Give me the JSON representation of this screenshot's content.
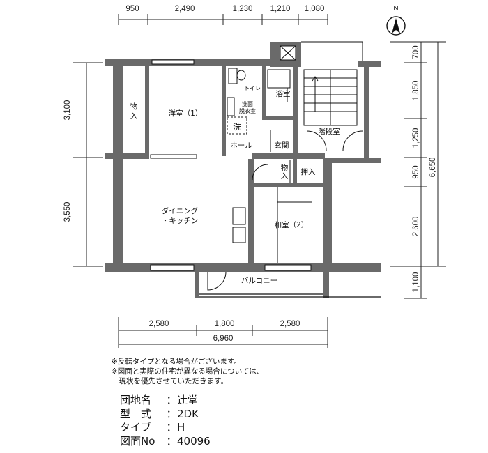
{
  "dimensions": {
    "top": [
      "950",
      "2,490",
      "1,230",
      "1,210",
      "1,080"
    ],
    "left": [
      "3,100",
      "3,550"
    ],
    "right": [
      "700",
      "1,850",
      "1,250",
      "950",
      "2,600",
      "1,100"
    ],
    "right_total": "6,650",
    "bottom": [
      "2,580",
      "1,800",
      "2,580"
    ],
    "bottom_total": "6,960"
  },
  "compass": {
    "label": "N"
  },
  "rooms": {
    "storage_left_1": "物",
    "storage_left_2": "入",
    "western_room": "洋室（1）",
    "toilet": "トイレ",
    "washroom_1": "洗面",
    "washroom_2": "脱衣室",
    "washer": "洗",
    "bath": "浴室",
    "stairs": "階段室",
    "hall": "ホール",
    "entrance": "玄関",
    "storage_mid_1": "物",
    "storage_mid_2": "入",
    "closet": "押入",
    "dining_1": "ダイニング",
    "dining_2": "・キッチン",
    "japanese_room": "和室（2）",
    "balcony": "バルコニー"
  },
  "notes": [
    "※反転タイプとなる場合がございます。",
    "※図面と実際の住宅が異なる場合については、",
    "　現状を優先させていただきます。"
  ],
  "info": {
    "complex_label": "団地名",
    "complex_value": "辻堂",
    "type_label": "型　式",
    "type_value": "2DK",
    "variant_label": "タイプ",
    "variant_value": "H",
    "drawing_label": "図面No",
    "drawing_value": "40096",
    "separator": "："
  }
}
